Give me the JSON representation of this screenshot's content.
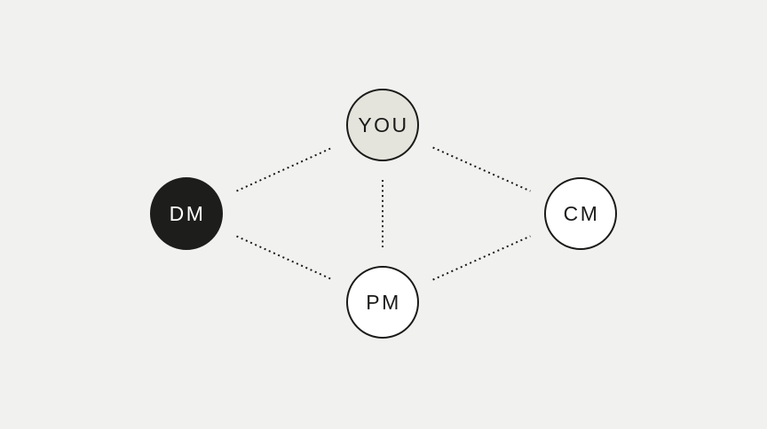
{
  "diagram": {
    "background_color": "#f1f1ef",
    "line_color": "#1a1a18",
    "nodes": [
      {
        "id": "you",
        "label": "YOU",
        "position": "top-center",
        "fill": "#e4e4dd",
        "stroke": "#1a1a18",
        "text_color": "#1a1a18"
      },
      {
        "id": "dm",
        "label": "DM",
        "position": "middle-left",
        "fill": "#1d1d1b",
        "stroke": "#1d1d1b",
        "text_color": "#ffffff"
      },
      {
        "id": "cm",
        "label": "CM",
        "position": "middle-right",
        "fill": "#ffffff",
        "stroke": "#1a1a18",
        "text_color": "#1a1a18"
      },
      {
        "id": "pm",
        "label": "PM",
        "position": "bottom-center",
        "fill": "#ffffff",
        "stroke": "#1a1a18",
        "text_color": "#1a1a18"
      }
    ],
    "edges": [
      {
        "from": "DM",
        "to": "YOU",
        "style": "dotted"
      },
      {
        "from": "YOU",
        "to": "CM",
        "style": "dotted"
      },
      {
        "from": "DM",
        "to": "PM",
        "style": "dotted"
      },
      {
        "from": "PM",
        "to": "CM",
        "style": "dotted"
      },
      {
        "from": "YOU",
        "to": "PM",
        "style": "dotted"
      }
    ]
  }
}
